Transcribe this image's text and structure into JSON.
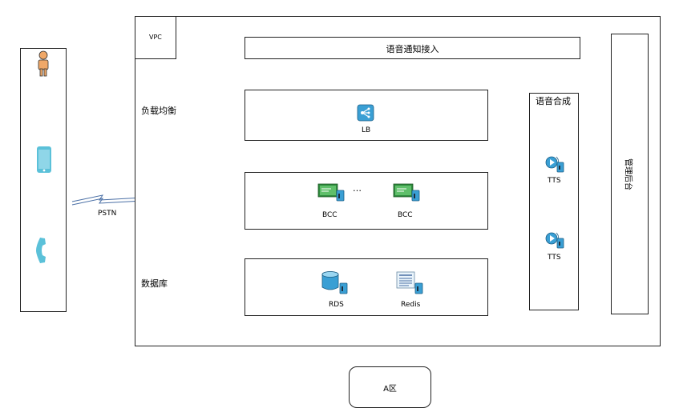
{
  "vpc": {
    "label": "VPC"
  },
  "voice_access": {
    "label": "语音通知接入"
  },
  "load_balance": {
    "label": "负载均衡",
    "node": "LB"
  },
  "compute": {
    "node_left": "BCC",
    "node_right": "BCC",
    "ellipsis": "…"
  },
  "database": {
    "label": "数据库",
    "rds": "RDS",
    "redis": "Redis"
  },
  "tts_panel": {
    "title": "语音合成",
    "node_top": "TTS",
    "node_bottom": "TTS"
  },
  "admin": {
    "label": "管理后台"
  },
  "pstn": {
    "label": "PSTN"
  },
  "zone": {
    "label": "A区"
  },
  "colors": {
    "connector": "#f2c46d",
    "device": "#5bc1d9",
    "person": "#f0a868",
    "node_green": "#2e8b3d",
    "node_blue": "#3a9fd4"
  }
}
